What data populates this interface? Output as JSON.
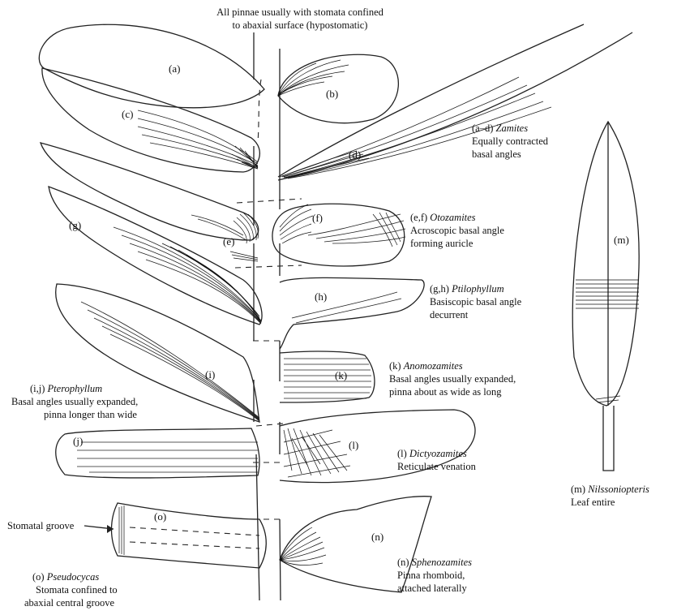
{
  "header": {
    "line1": "All pinnae usually with stomata confined",
    "line2": "to abaxial surface (hypostomatic)"
  },
  "pinna_labels": {
    "a": "(a)",
    "b": "(b)",
    "c": "(c)",
    "d": "(d)",
    "e": "(e)",
    "f": "(f)",
    "g": "(g)",
    "h": "(h)",
    "i": "(i)",
    "j": "(j)",
    "k": "(k)",
    "l": "(l)",
    "m": "(m)",
    "n": "(n)",
    "o": "(o)"
  },
  "captions": {
    "zamites": {
      "letters": "(a–d)",
      "genus": "Zamites",
      "lines": [
        "Equally contracted",
        "basal angles"
      ]
    },
    "otozamites": {
      "letters": "(e,f)",
      "genus": "Otozamites",
      "lines": [
        "Acroscopic basal angle",
        "forming auricle"
      ]
    },
    "ptilophyllum": {
      "letters": "(g,h)",
      "genus": "Ptilophyllum",
      "lines": [
        "Basiscopic basal angle",
        "decurrent"
      ]
    },
    "anomozamites": {
      "letters": "(k)",
      "genus": "Anomozamites",
      "lines": [
        "Basal angles usually expanded,",
        "pinna about as wide as long"
      ]
    },
    "pterophyllum": {
      "letters": "(i,j)",
      "genus": "Pterophyllum",
      "lines": [
        "Basal angles usually expanded,",
        "pinna longer than wide"
      ]
    },
    "dictyozamites": {
      "letters": "(l)",
      "genus": "Dictyozamites",
      "lines": [
        "Reticulate venation"
      ]
    },
    "sphenozamites": {
      "letters": "(n)",
      "genus": "Sphenozamites",
      "lines": [
        "Pinna rhomboid,",
        "attached laterally"
      ]
    },
    "nilssoniopteris": {
      "letters": "(m)",
      "genus": "Nilssoniopteris",
      "lines": [
        "Leaf entire"
      ]
    },
    "pseudocycas": {
      "letters": "(o)",
      "genus": "Pseudocycas",
      "lines": [
        "Stomata confined to",
        "abaxial central groove"
      ]
    }
  },
  "stomatal_groove": "Stomatal groove"
}
